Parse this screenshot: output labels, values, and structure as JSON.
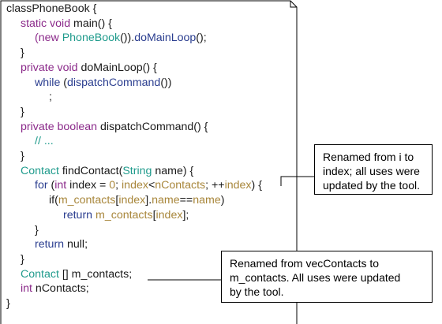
{
  "code_lines": [
    {
      "indent": 0,
      "tokens": [
        {
          "t": "classPhoneBook {",
          "c": "plain"
        }
      ]
    },
    {
      "indent": 1,
      "tokens": [
        {
          "t": "static void",
          "c": "kw"
        },
        {
          "t": " main() {",
          "c": "plain"
        }
      ]
    },
    {
      "indent": 2,
      "tokens": [
        {
          "t": "(new ",
          "c": "kw"
        },
        {
          "t": "PhoneBook",
          "c": "type"
        },
        {
          "t": "()).",
          "c": "plain"
        },
        {
          "t": "doMainLoop",
          "c": "call"
        },
        {
          "t": "();",
          "c": "plain"
        }
      ]
    },
    {
      "indent": 1,
      "tokens": [
        {
          "t": "}",
          "c": "plain"
        }
      ]
    },
    {
      "indent": 1,
      "tokens": [
        {
          "t": "private void",
          "c": "kw"
        },
        {
          "t": " doMainLoop() {",
          "c": "plain"
        }
      ]
    },
    {
      "indent": 2,
      "tokens": [
        {
          "t": "while",
          "c": "call"
        },
        {
          "t": " (",
          "c": "plain"
        },
        {
          "t": "dispatchCommand",
          "c": "call"
        },
        {
          "t": "())",
          "c": "plain"
        }
      ]
    },
    {
      "indent": 3,
      "tokens": [
        {
          "t": ";",
          "c": "plain"
        }
      ]
    },
    {
      "indent": 1,
      "tokens": [
        {
          "t": "}",
          "c": "plain"
        }
      ]
    },
    {
      "indent": 1,
      "tokens": [
        {
          "t": "private boolean",
          "c": "kw"
        },
        {
          "t": " dispatchCommand() {",
          "c": "plain"
        }
      ]
    },
    {
      "indent": 2,
      "tokens": [
        {
          "t": "// ...",
          "c": "cmt"
        }
      ]
    },
    {
      "indent": 1,
      "tokens": [
        {
          "t": "}",
          "c": "plain"
        }
      ]
    },
    {
      "indent": 1,
      "tokens": [
        {
          "t": "Contact",
          "c": "type"
        },
        {
          "t": " findContact(",
          "c": "plain"
        },
        {
          "t": "String",
          "c": "type"
        },
        {
          "t": " name) {",
          "c": "plain"
        }
      ]
    },
    {
      "indent": 2,
      "tokens": [
        {
          "t": "for",
          "c": "call"
        },
        {
          "t": " (",
          "c": "plain"
        },
        {
          "t": "int",
          "c": "kw"
        },
        {
          "t": " index = ",
          "c": "plain"
        },
        {
          "t": "0",
          "c": "var"
        },
        {
          "t": "; ",
          "c": "plain"
        },
        {
          "t": "index",
          "c": "var"
        },
        {
          "t": "<",
          "c": "plain"
        },
        {
          "t": "nContacts",
          "c": "var"
        },
        {
          "t": "; ++",
          "c": "plain"
        },
        {
          "t": "index",
          "c": "var"
        },
        {
          "t": ") {",
          "c": "plain"
        }
      ]
    },
    {
      "indent": 3,
      "tokens": [
        {
          "t": "if(",
          "c": "plain"
        },
        {
          "t": "m_contacts",
          "c": "var"
        },
        {
          "t": "[",
          "c": "plain"
        },
        {
          "t": "index",
          "c": "var"
        },
        {
          "t": "].",
          "c": "plain"
        },
        {
          "t": "name",
          "c": "var"
        },
        {
          "t": "==",
          "c": "plain"
        },
        {
          "t": "name",
          "c": "var"
        },
        {
          "t": ")",
          "c": "plain"
        }
      ]
    },
    {
      "indent": 4,
      "tokens": [
        {
          "t": "return",
          "c": "call"
        },
        {
          "t": " ",
          "c": "plain"
        },
        {
          "t": "m_contacts",
          "c": "var"
        },
        {
          "t": "[",
          "c": "plain"
        },
        {
          "t": "index",
          "c": "var"
        },
        {
          "t": "];",
          "c": "plain"
        }
      ]
    },
    {
      "indent": 2,
      "tokens": [
        {
          "t": "}",
          "c": "plain"
        }
      ]
    },
    {
      "indent": 2,
      "tokens": [
        {
          "t": "return",
          "c": "call"
        },
        {
          "t": " null;",
          "c": "plain"
        }
      ]
    },
    {
      "indent": 1,
      "tokens": [
        {
          "t": "}",
          "c": "plain"
        }
      ]
    },
    {
      "indent": 1,
      "tokens": [
        {
          "t": "Contact",
          "c": "type"
        },
        {
          "t": " [] m_contacts;",
          "c": "plain"
        }
      ]
    },
    {
      "indent": 1,
      "tokens": [
        {
          "t": "int",
          "c": "kw"
        },
        {
          "t": " nContacts;",
          "c": "plain"
        }
      ]
    },
    {
      "indent": 0,
      "tokens": [
        {
          "t": "}",
          "c": "plain"
        }
      ]
    }
  ],
  "callouts": {
    "index_rename": {
      "lines": [
        "Renamed from i to",
        "index; all uses were",
        "updated by the tool."
      ]
    },
    "contacts_rename": {
      "lines": [
        "Renamed from vecContacts to",
        "m_contacts. All uses were updated",
        "by the tool."
      ]
    }
  },
  "colors": {
    "keyword": "#8b2a8a",
    "type": "#1f9b8c",
    "call": "#2a3d8f",
    "variable": "#a8863a",
    "plain": "#1a1a1a",
    "border": "#000000"
  }
}
